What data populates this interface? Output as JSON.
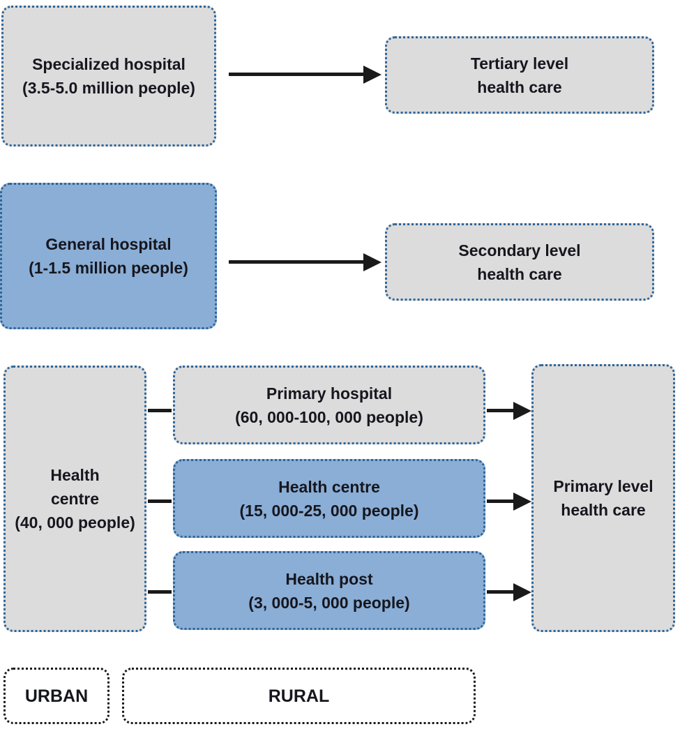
{
  "colors": {
    "gray_fill": "#dcdcdc",
    "blue_fill": "#8aaed6",
    "border_blue": "#2e6496",
    "border_black": "#1a1a1a",
    "text": "#16161e",
    "arrow": "#1a1a1a",
    "background": "#ffffff"
  },
  "diagram_type": "health-care-tier-flowchart",
  "nodes": {
    "specialized_hospital": {
      "lines": [
        "Specialized hospital",
        "(3.5-5.0 million people)"
      ],
      "fill": "gray"
    },
    "tertiary_level": {
      "lines": [
        "Tertiary level",
        "health care"
      ],
      "fill": "gray"
    },
    "general_hospital": {
      "lines": [
        "General hospital",
        "(1-1.5 million people)"
      ],
      "fill": "blue"
    },
    "secondary_level": {
      "lines": [
        "Secondary level",
        "health care"
      ],
      "fill": "gray"
    },
    "health_centre_urban": {
      "lines": [
        "Health",
        "centre",
        "(40, 000 people)"
      ],
      "fill": "gray"
    },
    "primary_hospital": {
      "lines": [
        "Primary hospital",
        "(60, 000-100, 000 people)"
      ],
      "fill": "gray"
    },
    "health_centre_rural": {
      "lines": [
        "Health centre",
        "(15, 000-25, 000 people)"
      ],
      "fill": "blue"
    },
    "health_post": {
      "lines": [
        "Health post",
        "(3, 000-5, 000 people)"
      ],
      "fill": "blue"
    },
    "primary_level": {
      "lines": [
        "Primary level",
        "health care"
      ],
      "fill": "gray"
    },
    "urban_zone": {
      "lines": [
        "URBAN"
      ],
      "fill": "white"
    },
    "rural_zone": {
      "lines": [
        "RURAL"
      ],
      "fill": "white"
    }
  },
  "edges": [
    {
      "from": "specialized_hospital",
      "to": "tertiary_level",
      "arrowhead": true
    },
    {
      "from": "general_hospital",
      "to": "secondary_level",
      "arrowhead": true
    },
    {
      "from": "health_centre_urban",
      "to": "primary_hospital",
      "arrowhead": false
    },
    {
      "from": "health_centre_urban",
      "to": "health_centre_rural",
      "arrowhead": false
    },
    {
      "from": "health_centre_urban",
      "to": "health_post",
      "arrowhead": false
    },
    {
      "from": "primary_hospital",
      "to": "primary_level",
      "arrowhead": true
    },
    {
      "from": "health_centre_rural",
      "to": "primary_level",
      "arrowhead": true
    },
    {
      "from": "health_post",
      "to": "primary_level",
      "arrowhead": true
    }
  ]
}
